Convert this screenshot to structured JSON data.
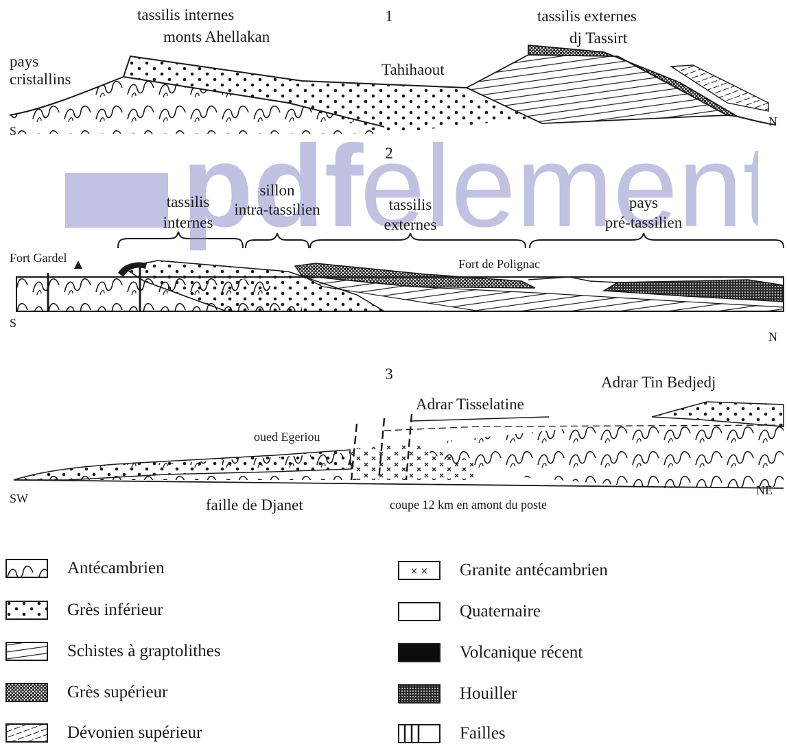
{
  "section1": {
    "number": "1",
    "labels": {
      "tassilis_internes_line1": "tassilis internes",
      "tassilis_internes_line2": "monts Ahellakan",
      "pays_line1": "pays",
      "pays_line2": "cristallins",
      "tahihaout": "Tahihaout",
      "tassilis_externes_line1": "tassilis externes",
      "tassilis_externes_line2": "dj Tassirt",
      "left_dir": "S",
      "right_dir": "N"
    }
  },
  "section2": {
    "number": "2",
    "labels": {
      "tassilis_internes_line1": "tassilis",
      "tassilis_internes_line2": "internes",
      "sillon_line1": "sillon",
      "sillon_line2": "intra-tassilien",
      "tassilis_externes_line1": "tassilis",
      "tassilis_externes_line2": "externes",
      "pays_line1": "pays",
      "pays_line2": "pré-tassilien",
      "fort_gardel": "Fort Gardel",
      "fort_polignac": "Fort de Polignac",
      "left_dir": "S",
      "right_dir": "N"
    }
  },
  "section3": {
    "number": "3",
    "labels": {
      "adrar_tin_bedjedj": "Adrar Tin Bedjedj",
      "adrar_tisselatine": "Adrar Tisselatine",
      "oued_egeriou": "oued Egeriou",
      "faille_djanet": "faille de Djanet",
      "coupe_note": "coupe 12 km en amont du poste",
      "left_dir": "SW",
      "right_dir": "NE"
    }
  },
  "watermark": {
    "text_bold": "pdf",
    "text_light": "element"
  },
  "legend": {
    "left": [
      {
        "label": "Antécambrien",
        "icon": "antecambrien-swatch"
      },
      {
        "label": "Grès inférieur",
        "icon": "gres-inferieur-swatch"
      },
      {
        "label": "Schistes à graptolithes",
        "icon": "schistes-swatch"
      },
      {
        "label": "Grès supérieur",
        "icon": "gres-superieur-swatch"
      },
      {
        "label": "Dévonien supérieur",
        "icon": "devonien-swatch"
      }
    ],
    "right": [
      {
        "label": "Granite antécambrien",
        "icon": "granite-swatch"
      },
      {
        "label": "Quaternaire",
        "icon": "quaternaire-swatch"
      },
      {
        "label": "Volcanique récent",
        "icon": "volcanique-swatch"
      },
      {
        "label": "Houiller",
        "icon": "houiller-swatch"
      },
      {
        "label": "Failles",
        "icon": "failles-swatch"
      }
    ]
  },
  "colors": {
    "ink": "#1a1a1a",
    "watermark": "#8f90cc"
  }
}
